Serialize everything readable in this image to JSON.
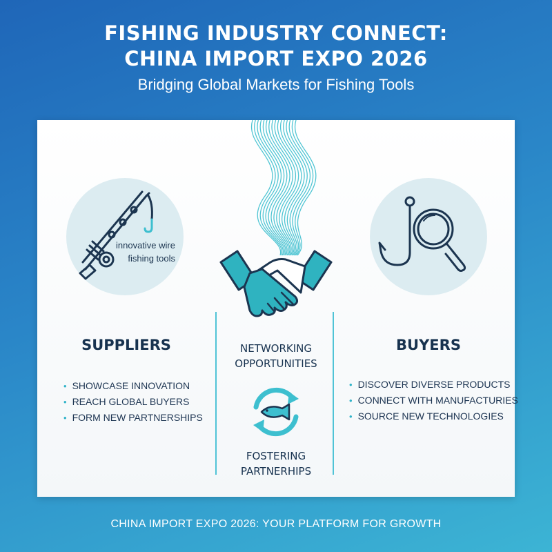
{
  "header": {
    "title_line1": "FISHING INDUSTRY CONNECT:",
    "title_line2": "CHINA IMPORT EXPO 2026",
    "subtitle": "Bridging Global Markets for Fishing Tools"
  },
  "suppliers": {
    "circle_label_line1": "innovative wire",
    "circle_label_line2": "fishing tools",
    "heading": "SUPPLIERS",
    "items": [
      "SHOWCASE INNOVATION",
      "REACH GLOBAL BUYERS",
      "FORM NEW PARTNERSHIPS"
    ]
  },
  "center": {
    "networking_line1": "NETWORKING",
    "networking_line2": "OPPORTUNITIES",
    "fostering_line1": "FOSTERING",
    "fostering_line2": "PARTNERHIPS"
  },
  "buyers": {
    "heading": "BUYERS",
    "items": [
      "DISCOVER DIVERSE PRODUCTS",
      "CONNECT WITH MANUFACTURIES",
      "SOURCE NEW TECHNOLOGIES"
    ]
  },
  "footer": {
    "text": "CHINA IMPORT EXPO 2026: YOUR PLATFORM FOR GROWTH"
  },
  "colors": {
    "accent": "#3dbfcf",
    "dark_text": "#17324f",
    "icon_stroke": "#1c3550"
  },
  "icons": {
    "left": "fishing-rod-icon",
    "center": "handshake-icon",
    "cycle": "fish-cycle-icon",
    "right": "hook-magnifier-icon"
  }
}
